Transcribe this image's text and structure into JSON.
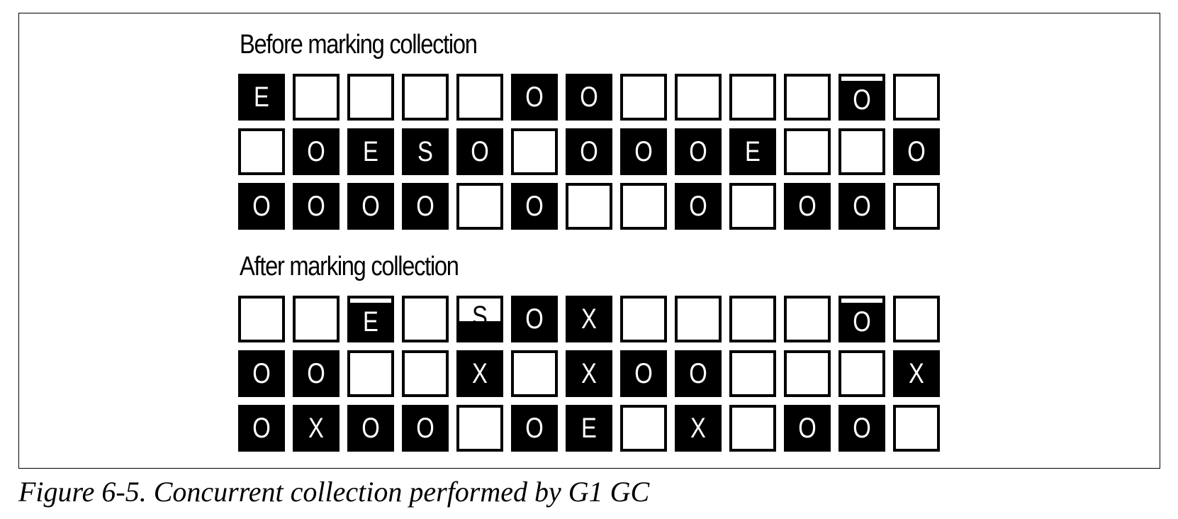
{
  "before": {
    "title": "Before marking collection",
    "rows": [
      [
        {
          "fill": "filled",
          "label": "E"
        },
        {
          "fill": "empty",
          "label": ""
        },
        {
          "fill": "empty",
          "label": ""
        },
        {
          "fill": "empty",
          "label": ""
        },
        {
          "fill": "empty",
          "label": ""
        },
        {
          "fill": "filled",
          "label": "O"
        },
        {
          "fill": "filled",
          "label": "O"
        },
        {
          "fill": "empty",
          "label": ""
        },
        {
          "fill": "empty",
          "label": ""
        },
        {
          "fill": "empty",
          "label": ""
        },
        {
          "fill": "empty",
          "label": ""
        },
        {
          "fill": "partial",
          "label": "O"
        },
        {
          "fill": "empty",
          "label": ""
        }
      ],
      [
        {
          "fill": "empty",
          "label": ""
        },
        {
          "fill": "filled",
          "label": "O"
        },
        {
          "fill": "filled",
          "label": "E"
        },
        {
          "fill": "filled",
          "label": "S"
        },
        {
          "fill": "filled",
          "label": "O"
        },
        {
          "fill": "empty",
          "label": ""
        },
        {
          "fill": "filled",
          "label": "O"
        },
        {
          "fill": "filled",
          "label": "O"
        },
        {
          "fill": "filled",
          "label": "O"
        },
        {
          "fill": "filled",
          "label": "E"
        },
        {
          "fill": "empty",
          "label": ""
        },
        {
          "fill": "empty",
          "label": ""
        },
        {
          "fill": "filled",
          "label": "O"
        }
      ],
      [
        {
          "fill": "filled",
          "label": "O"
        },
        {
          "fill": "filled",
          "label": "O"
        },
        {
          "fill": "filled",
          "label": "O"
        },
        {
          "fill": "filled",
          "label": "O"
        },
        {
          "fill": "empty",
          "label": ""
        },
        {
          "fill": "filled",
          "label": "O"
        },
        {
          "fill": "empty",
          "label": ""
        },
        {
          "fill": "empty",
          "label": ""
        },
        {
          "fill": "filled",
          "label": "O"
        },
        {
          "fill": "empty",
          "label": ""
        },
        {
          "fill": "filled",
          "label": "O"
        },
        {
          "fill": "filled",
          "label": "O"
        },
        {
          "fill": "empty",
          "label": ""
        }
      ]
    ]
  },
  "after": {
    "title": "After marking collection",
    "rows": [
      [
        {
          "fill": "empty",
          "label": ""
        },
        {
          "fill": "empty",
          "label": ""
        },
        {
          "fill": "partial",
          "label": "E"
        },
        {
          "fill": "empty",
          "label": ""
        },
        {
          "fill": "half",
          "label": "S"
        },
        {
          "fill": "filled",
          "label": "O"
        },
        {
          "fill": "filled",
          "label": "X"
        },
        {
          "fill": "empty",
          "label": ""
        },
        {
          "fill": "empty",
          "label": ""
        },
        {
          "fill": "empty",
          "label": ""
        },
        {
          "fill": "empty",
          "label": ""
        },
        {
          "fill": "partial",
          "label": "O"
        },
        {
          "fill": "empty",
          "label": ""
        }
      ],
      [
        {
          "fill": "filled",
          "label": "O"
        },
        {
          "fill": "filled",
          "label": "O"
        },
        {
          "fill": "empty",
          "label": ""
        },
        {
          "fill": "empty",
          "label": ""
        },
        {
          "fill": "filled",
          "label": "X"
        },
        {
          "fill": "empty",
          "label": ""
        },
        {
          "fill": "filled",
          "label": "X"
        },
        {
          "fill": "filled",
          "label": "O"
        },
        {
          "fill": "filled",
          "label": "O"
        },
        {
          "fill": "empty",
          "label": ""
        },
        {
          "fill": "empty",
          "label": ""
        },
        {
          "fill": "empty",
          "label": ""
        },
        {
          "fill": "filled",
          "label": "X"
        }
      ],
      [
        {
          "fill": "filled",
          "label": "O"
        },
        {
          "fill": "filled",
          "label": "X"
        },
        {
          "fill": "filled",
          "label": "O"
        },
        {
          "fill": "filled",
          "label": "O"
        },
        {
          "fill": "empty",
          "label": ""
        },
        {
          "fill": "filled",
          "label": "O"
        },
        {
          "fill": "filled",
          "label": "E"
        },
        {
          "fill": "empty",
          "label": ""
        },
        {
          "fill": "filled",
          "label": "X"
        },
        {
          "fill": "empty",
          "label": ""
        },
        {
          "fill": "filled",
          "label": "O"
        },
        {
          "fill": "filled",
          "label": "O"
        },
        {
          "fill": "empty",
          "label": ""
        }
      ]
    ]
  },
  "caption": "Figure 6-5. Concurrent collection performed by G1 GC"
}
